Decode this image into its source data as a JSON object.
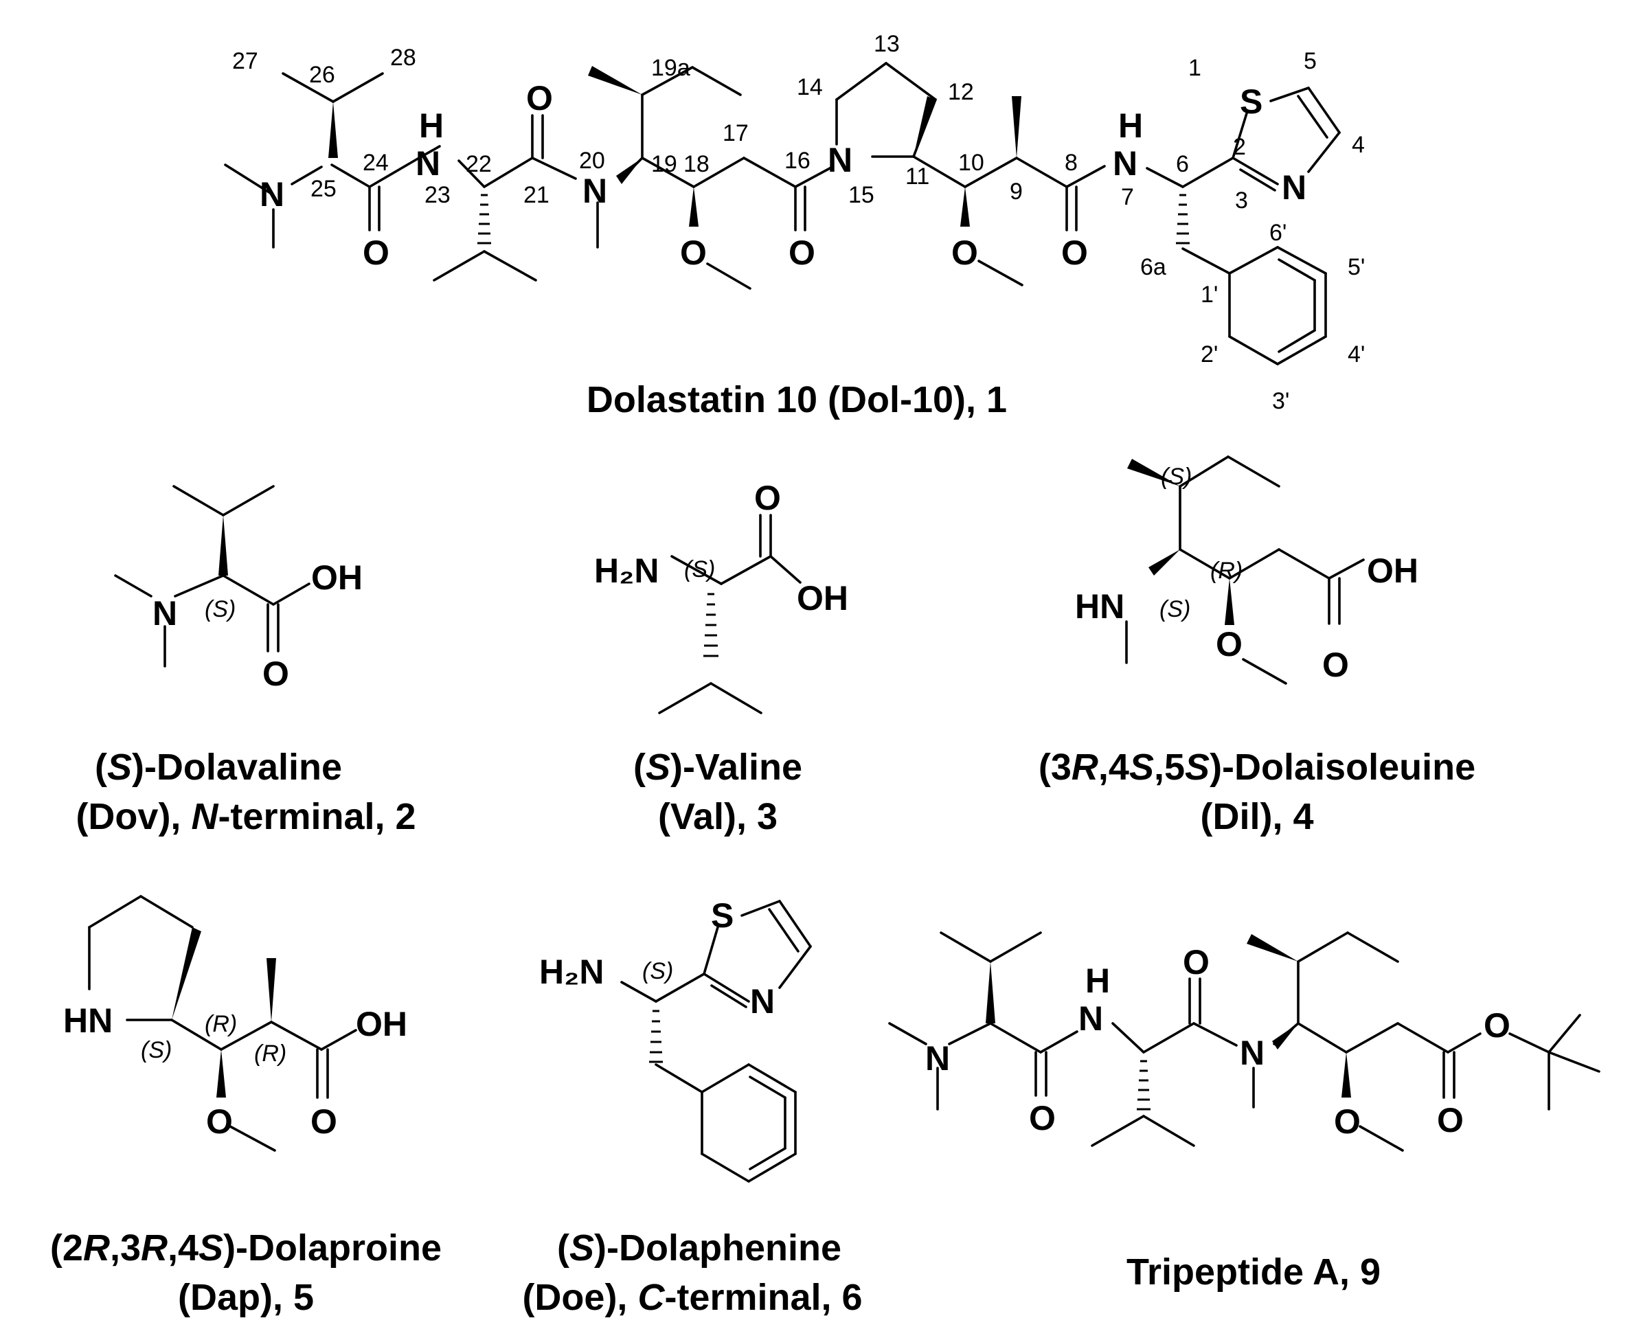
{
  "dolastatin": {
    "atoms": {
      "n_dimethyl": "N",
      "nh_23_n": "N",
      "nh_23_h": "H",
      "o_24": "O",
      "o_21": "O",
      "n_20": "N",
      "o_methoxy_18": "O",
      "o_16": "O",
      "n_15": "N",
      "o_methoxy_10": "O",
      "o_8": "O",
      "nh_7_n": "N",
      "nh_7_h": "H",
      "s_1": "S",
      "n_3": "N"
    },
    "locants": [
      "27",
      "26",
      "28",
      "25",
      "24",
      "23",
      "22",
      "21",
      "20",
      "19a",
      "19",
      "18",
      "17",
      "16",
      "15",
      "14",
      "13",
      "12",
      "11",
      "10",
      "9",
      "8",
      "7",
      "6",
      "6a",
      "1",
      "5",
      "2",
      "4",
      "3",
      "6'",
      "5'",
      "1'",
      "2'",
      "4'",
      "3'"
    ],
    "caption": "Dolastatin 10 (Dol-10), 1"
  },
  "dolavaline": {
    "atoms": {
      "n": "N",
      "oh": "OH",
      "o": "O"
    },
    "stereo": "(S)",
    "caption_line1": {
      "pre": "(",
      "ital": "S",
      "post": ")-Dolavaline"
    },
    "caption_line2": {
      "pre": "(Dov), ",
      "ital": "N",
      "post": "-terminal, 2"
    }
  },
  "valine": {
    "atoms": {
      "h2n": "H₂N",
      "oh": "OH",
      "o": "O"
    },
    "stereo": "(S)",
    "caption_line1": {
      "pre": "(",
      "ital": "S",
      "post": ")-Valine"
    },
    "caption_line2": "(Val), 3"
  },
  "dolaisoleuine": {
    "atoms": {
      "hn": "HN",
      "oh": "OH",
      "o_carbonyl": "O",
      "o_methoxy": "O"
    },
    "stereo": [
      "(S)",
      "(R)",
      "(S)"
    ],
    "caption_line1": {
      "p1": "(3",
      "i1": "R",
      "p2": ",4",
      "i2": "S",
      "p3": ",5",
      "i3": "S",
      "p4": ")-Dolaisoleuine"
    },
    "caption_line2": "(Dil), 4"
  },
  "dolaproine": {
    "atoms": {
      "hn": "HN",
      "oh": "OH",
      "o_carbonyl": "O",
      "o_methoxy": "O"
    },
    "stereo": [
      "(S)",
      "(R)",
      "(R)"
    ],
    "caption_line1": {
      "p1": "(2",
      "i1": "R",
      "p2": ",3",
      "i2": "R",
      "p3": ",4",
      "i3": "S",
      "p4": ")-Dolaproine"
    },
    "caption_line2": "(Dap), 5"
  },
  "dolaphenine": {
    "atoms": {
      "h2n": "H₂N",
      "s": "S",
      "n": "N"
    },
    "stereo": "(S)",
    "caption_line1": {
      "pre": "(",
      "ital": "S",
      "post": ")-Dolaphenine"
    },
    "caption_line2": {
      "pre": "(Doe), ",
      "ital": "C",
      "post": "-terminal, 6"
    }
  },
  "tripeptide": {
    "atoms": {
      "n_dimethyl": "N",
      "nh_n": "N",
      "nh_h": "H",
      "o_1": "O",
      "o_2": "O",
      "n_methyl": "N",
      "o_methoxy": "O",
      "o_ester": "O",
      "o_carbonyl": "O"
    },
    "caption": "Tripeptide A, 9"
  }
}
